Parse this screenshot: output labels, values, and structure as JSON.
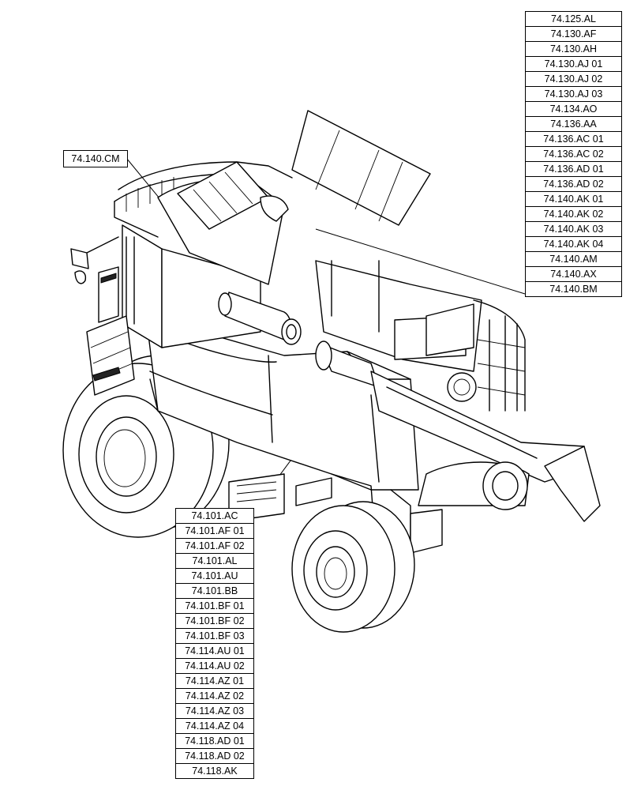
{
  "callouts": {
    "single": "74.140.CM",
    "right_stack": [
      "74.125.AL",
      "74.130.AF",
      "74.130.AH",
      "74.130.AJ 01",
      "74.130.AJ 02",
      "74.130.AJ 03",
      "74.134.AO",
      "74.136.AA",
      "74.136.AC 01",
      "74.136.AC 02",
      "74.136.AD 01",
      "74.136.AD 02",
      "74.140.AK 01",
      "74.140.AK 02",
      "74.140.AK 03",
      "74.140.AK 04",
      "74.140.AM",
      "74.140.AX",
      "74.140.BM"
    ],
    "bottom_stack": [
      "74.101.AC",
      "74.101.AF 01",
      "74.101.AF 02",
      "74.101.AL",
      "74.101.AU",
      "74.101.BB",
      "74.101.BF 01",
      "74.101.BF 02",
      "74.101.BF 03",
      "74.114.AU 01",
      "74.114.AU 02",
      "74.114.AZ 01",
      "74.114.AZ 02",
      "74.114.AZ 03",
      "74.114.AZ 04",
      "74.118.AD 01",
      "74.118.AD 02",
      "74.118.AK"
    ]
  }
}
